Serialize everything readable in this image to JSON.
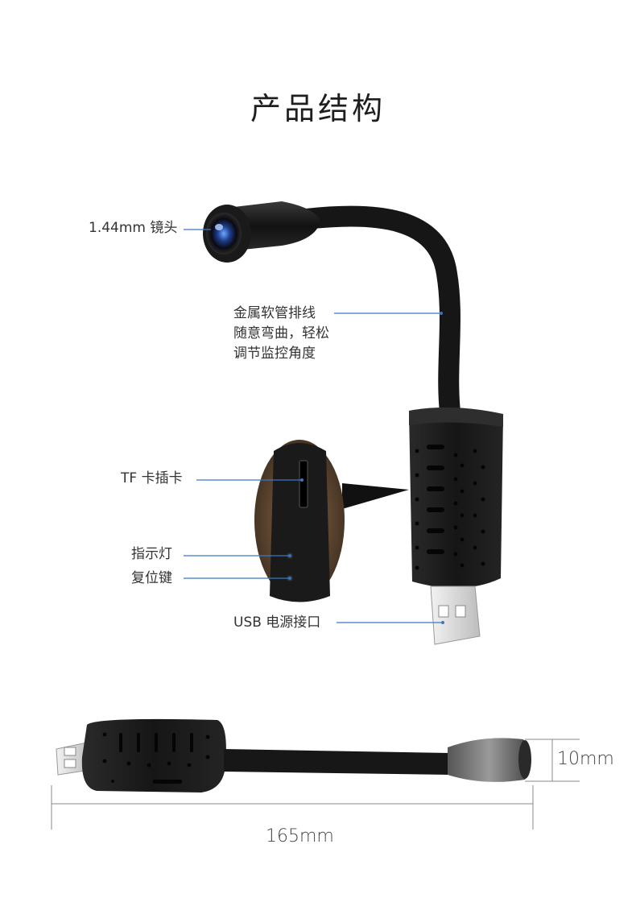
{
  "title": "产品结构",
  "labels": {
    "lens": "1.44mm 镜头",
    "hose_line1": "金属软管排线",
    "hose_line2": "随意弯曲，轻松",
    "hose_line3": "调节监控角度",
    "tf_slot": "TF 卡插卡",
    "indicator": "指示灯",
    "reset": "复位键",
    "usb": "USB 电源接口"
  },
  "dimensions": {
    "diameter": "10mm",
    "length": "165mm"
  },
  "colors": {
    "callout_line": "#3a78c2",
    "device_body": "#1c1c1c",
    "usb_metal": "#d9d9d9"
  }
}
